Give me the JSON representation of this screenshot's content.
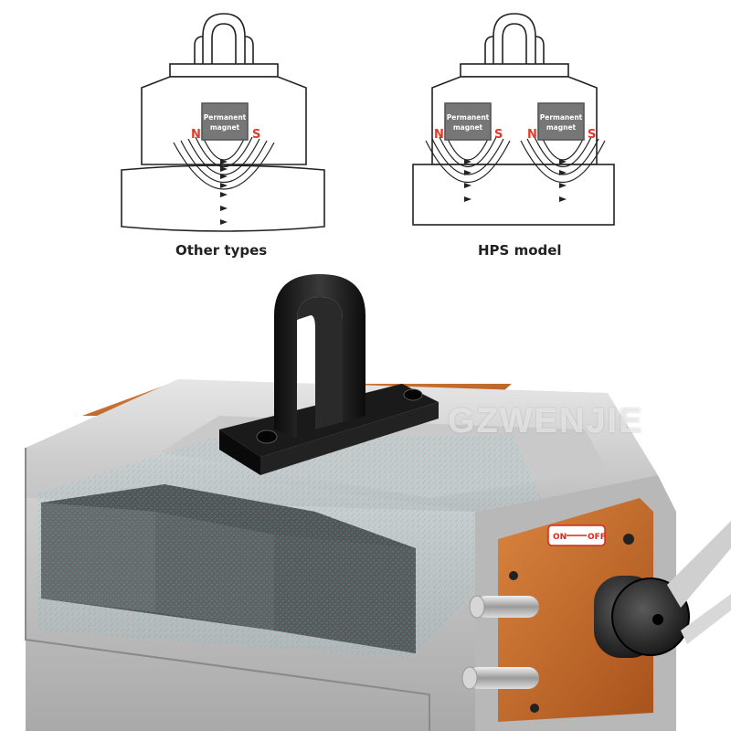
{
  "diagram_left": {
    "caption": "Other types",
    "magnet_label_line1": "Permanent",
    "magnet_label_line2": "magnet",
    "pole_n": "N",
    "pole_s": "S"
  },
  "diagram_right": {
    "caption": "HPS model",
    "magnet_label_line1": "Permanent",
    "magnet_label_line2": "magnet",
    "pole_n": "N",
    "pole_s": "S"
  },
  "photo": {
    "watermark": "GZWENJIE",
    "switch_on": "ON",
    "switch_off": "OFF"
  },
  "colors": {
    "copper": "#c8672a",
    "field_particles": "#3fb9c4",
    "pole_red": "#e03a2a"
  }
}
